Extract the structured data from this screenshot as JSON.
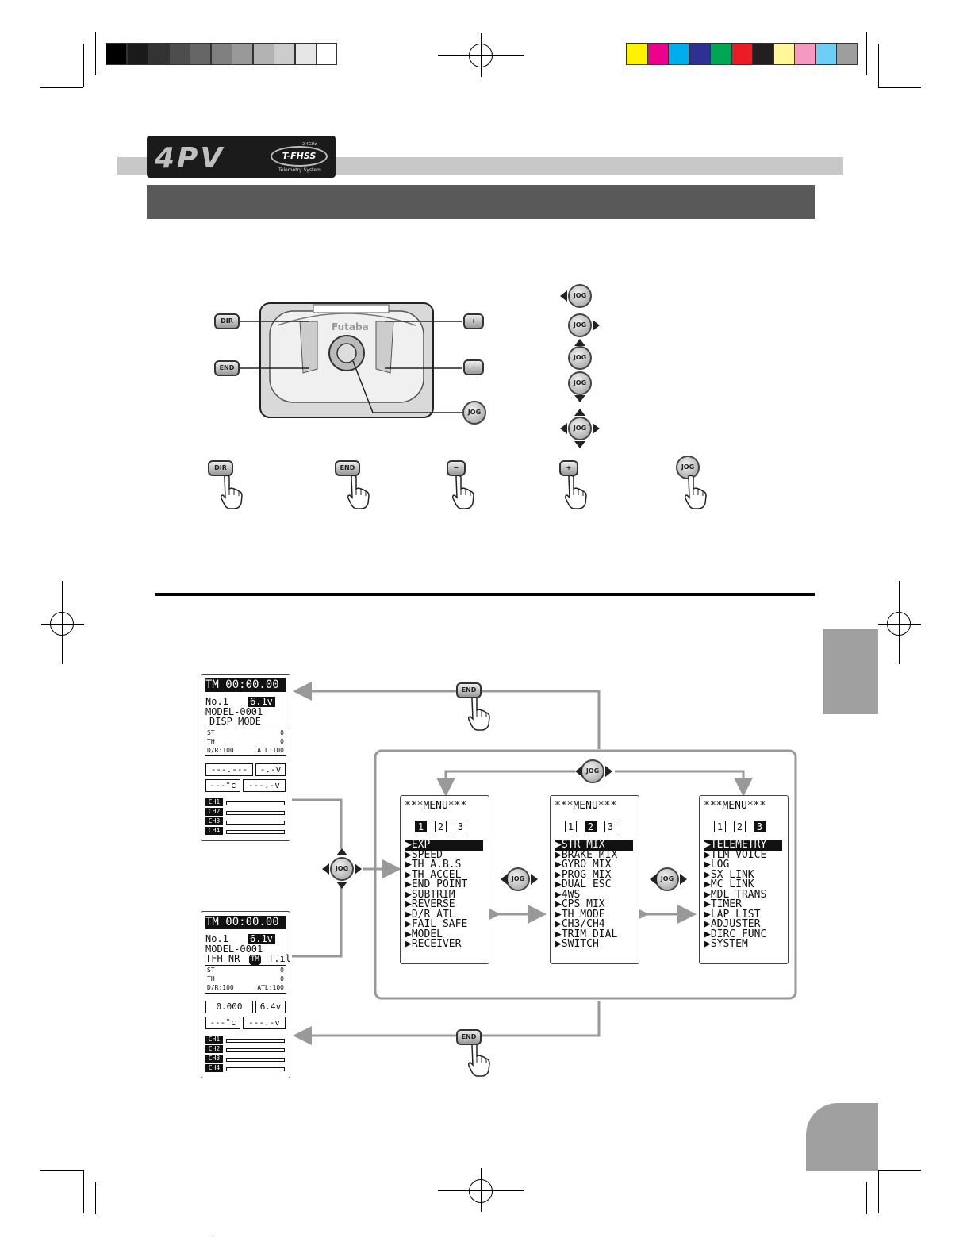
{
  "colors": {
    "gray_swatches": [
      "#000000",
      "#1a1a1a",
      "#333333",
      "#4d4d4d",
      "#666666",
      "#808080",
      "#999999",
      "#b3b3b3",
      "#cccccc",
      "#e6e6e6",
      "#ffffff"
    ],
    "color_swatches": [
      "#fff200",
      "#ec008c",
      "#00aeef",
      "#2e3192",
      "#00a651",
      "#ed1c24",
      "#231f20",
      "#fff799",
      "#f49ac1",
      "#6dcff6",
      "#9e9e9e"
    ]
  },
  "header": {
    "logo": "4PV",
    "logo_badge": "T-FHSS",
    "logo_badge_small": "2.4GHz",
    "logo_sub": "Telemetry System"
  },
  "controls": {
    "dir": "DIR",
    "end": "END",
    "plus": "+",
    "minus": "−",
    "jog": "JOG",
    "brand": "Futaba"
  },
  "press_keys": [
    "DIR",
    "END",
    "−",
    "+",
    "JOG"
  ],
  "home_screen_1": {
    "timer": "TM 00:00.00",
    "model_no": "No.1",
    "voltage": "6.1v",
    "model_name": "MODEL-0001",
    "mode": "DISP MODE",
    "st": "ST",
    "th": "TH",
    "st_val": "0",
    "th_val": "0",
    "dr": "D/R:100",
    "atl": "ATL:100",
    "box_a": "---.---",
    "box_b": "-.-v",
    "box_c": "---°c",
    "box_d": "---.-v",
    "channels": [
      "CH1",
      "CH2",
      "CH3",
      "CH4"
    ]
  },
  "home_screen_2": {
    "timer": "TM 00:00.00",
    "model_no": "No.1",
    "voltage": "6.1v",
    "model_name": "MODEL-0001",
    "system": "TFH-NR",
    "tm_badge": "TM",
    "st": "ST",
    "th": "TH",
    "st_val": "0",
    "th_val": "0",
    "dr": "D/R:100",
    "atl": "ATL:100",
    "box_a": "0.000",
    "box_b": "6.4v",
    "box_c": "---°c",
    "box_d": "---.-v",
    "channels": [
      "CH1",
      "CH2",
      "CH3",
      "CH4"
    ]
  },
  "menu1": {
    "title": "***MENU***",
    "pages": [
      "1",
      "2",
      "3"
    ],
    "active": 0,
    "items": [
      "EXP",
      "SPEED",
      "TH A.B.S",
      "TH ACCEL",
      "END POINT",
      "SUBTRIM",
      "REVERSE",
      "D/R ATL",
      "FAIL SAFE",
      "MODEL",
      "RECEIVER"
    ]
  },
  "menu2": {
    "title": "***MENU***",
    "pages": [
      "1",
      "2",
      "3"
    ],
    "active": 1,
    "items": [
      "STR MIX",
      "BRAKE MIX",
      "GYRO MIX",
      "PROG MIX",
      "DUAL ESC",
      "4WS",
      "CPS MIX",
      "TH MODE",
      "CH3/CH4",
      "TRIM DIAL",
      "SWITCH"
    ]
  },
  "menu3": {
    "title": "***MENU***",
    "pages": [
      "1",
      "2",
      "3"
    ],
    "active": 2,
    "items": [
      "TELEMETRY",
      "TLM VOICE",
      "LOG",
      "SX LINK",
      "MC LINK",
      "MDL TRANS",
      "TIMER",
      "LAP LIST",
      "ADJUSTER",
      "DIRC FUNC",
      "SYSTEM"
    ]
  }
}
